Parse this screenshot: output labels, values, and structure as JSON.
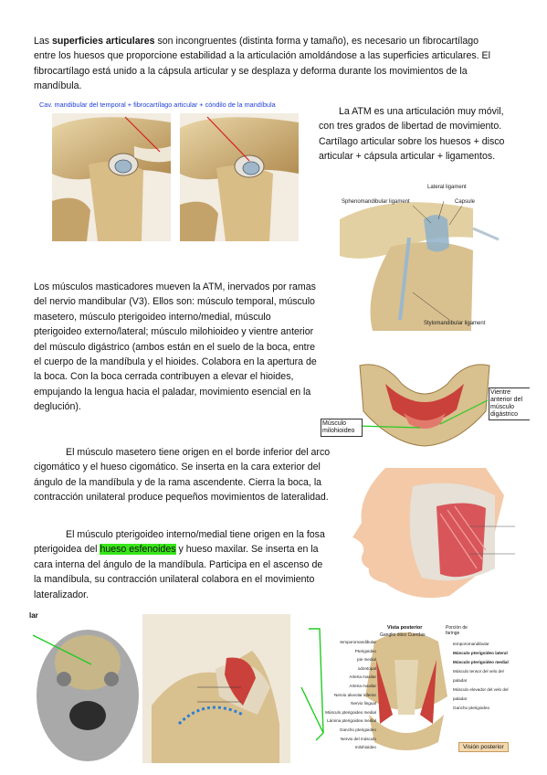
{
  "para_intro": {
    "lead": "Las ",
    "bold": "superficies articulares",
    "rest": " son incongruentes (distinta forma y tamaño), es necesario un fibrocartílago entre los huesos que proporcione estabilidad a la articulación amoldándose a las superficies articulares. El fibrocartílago está unido a la cápsula articular y se desplaza y deforma durante los movimientos de la mandíbula."
  },
  "fig_tmj": {
    "caption": "Cav. mandibular del temporal + fibrocartílago articular + cóndilo de la mandíbula"
  },
  "para_atm": "La ATM es una articulación muy móvil, con tres grados de libertad de movimiento. Cartílago articular sobre los huesos + disco articular + cápsula articular + ligamentos.",
  "fig_ligaments": {
    "lateral": "Lateral ligament",
    "spheno": "Sphenomandibular ligament",
    "capsule": "Capsule",
    "stylo": "Stylomandibular ligament"
  },
  "para_musculos": "Los músculos masticadores mueven la ATM, inervados por ramas del nervio mandibular (V3). Ellos son: músculo temporal, músculo masetero, músculo pterigoideo interno/medial, músculo pterigoideo externo/lateral; músculo milohioideo y vientre anterior del músculo digástrico (ambos están en el suelo de la boca, entre el cuerpo de la mandíbula y el hioides. Colabora en la apertura de la boca. Con la boca cerrada contribuyen a elevar el hioides, empujando la lengua hacia el paladar, movimiento esencial en la deglución).",
  "fig_mandible": {
    "label_left": "Músculo milohioideo",
    "label_right": "Vientre anterior del músculo digástrico"
  },
  "para_masetero": "El músculo masetero tiene origen en el borde inferior del arco cigomático y el hueso cigomático. Se inserta en la cara exterior del ángulo de la mandíbula y de la rama ascendente. Cierra la boca, la contracción unilateral produce pequeños movimientos de lateralidad.",
  "para_pterigoideo": {
    "before": "El músculo pterigoideo interno/medial tiene origen en la fosa pterigoidea del ",
    "highlight": "hueso esfenoides",
    "after": " y hueso maxilar. Se inserta en la cara interna del ángulo de la mandíbula. Participa en el ascenso de la mandíbula, su contracción unilateral colabora en el movimiento lateralizador."
  },
  "fig_bottom_left": {
    "fragment": "lar"
  },
  "fig_posterior": {
    "top_center": "Vista posterior",
    "top_sub": "Ganglio ótico  Cuerdas",
    "top_right": "Porción de faringe",
    "left_labels": [
      "temporomandibular",
      "Pterigoideo",
      "pie medial",
      "odontopal",
      "Arteria maxilar",
      "Arteria maxilar",
      "Nervio alveolar inferior",
      "Nervio lingual",
      "Músculo pterigoideo medial",
      "Lámina pterigoidea medial",
      "Gancho pterigoideo",
      "Nervio del músculo milohioideo"
    ],
    "right_labels": [
      "temporomandibular",
      "Músculo pterigoideo lateral",
      "Músculo pterigoideo medial",
      "Músculo tensor del velo del paladar",
      "Músculo elevador del velo del paladar",
      "Gancho pterigoideo"
    ],
    "badge": "Visión posterior"
  },
  "colors": {
    "highlight": "#39e61a",
    "caption": "#1f3fd6",
    "pointer": "#22cc22",
    "bone": "#d9c08f",
    "muscle": "#c9413a"
  }
}
